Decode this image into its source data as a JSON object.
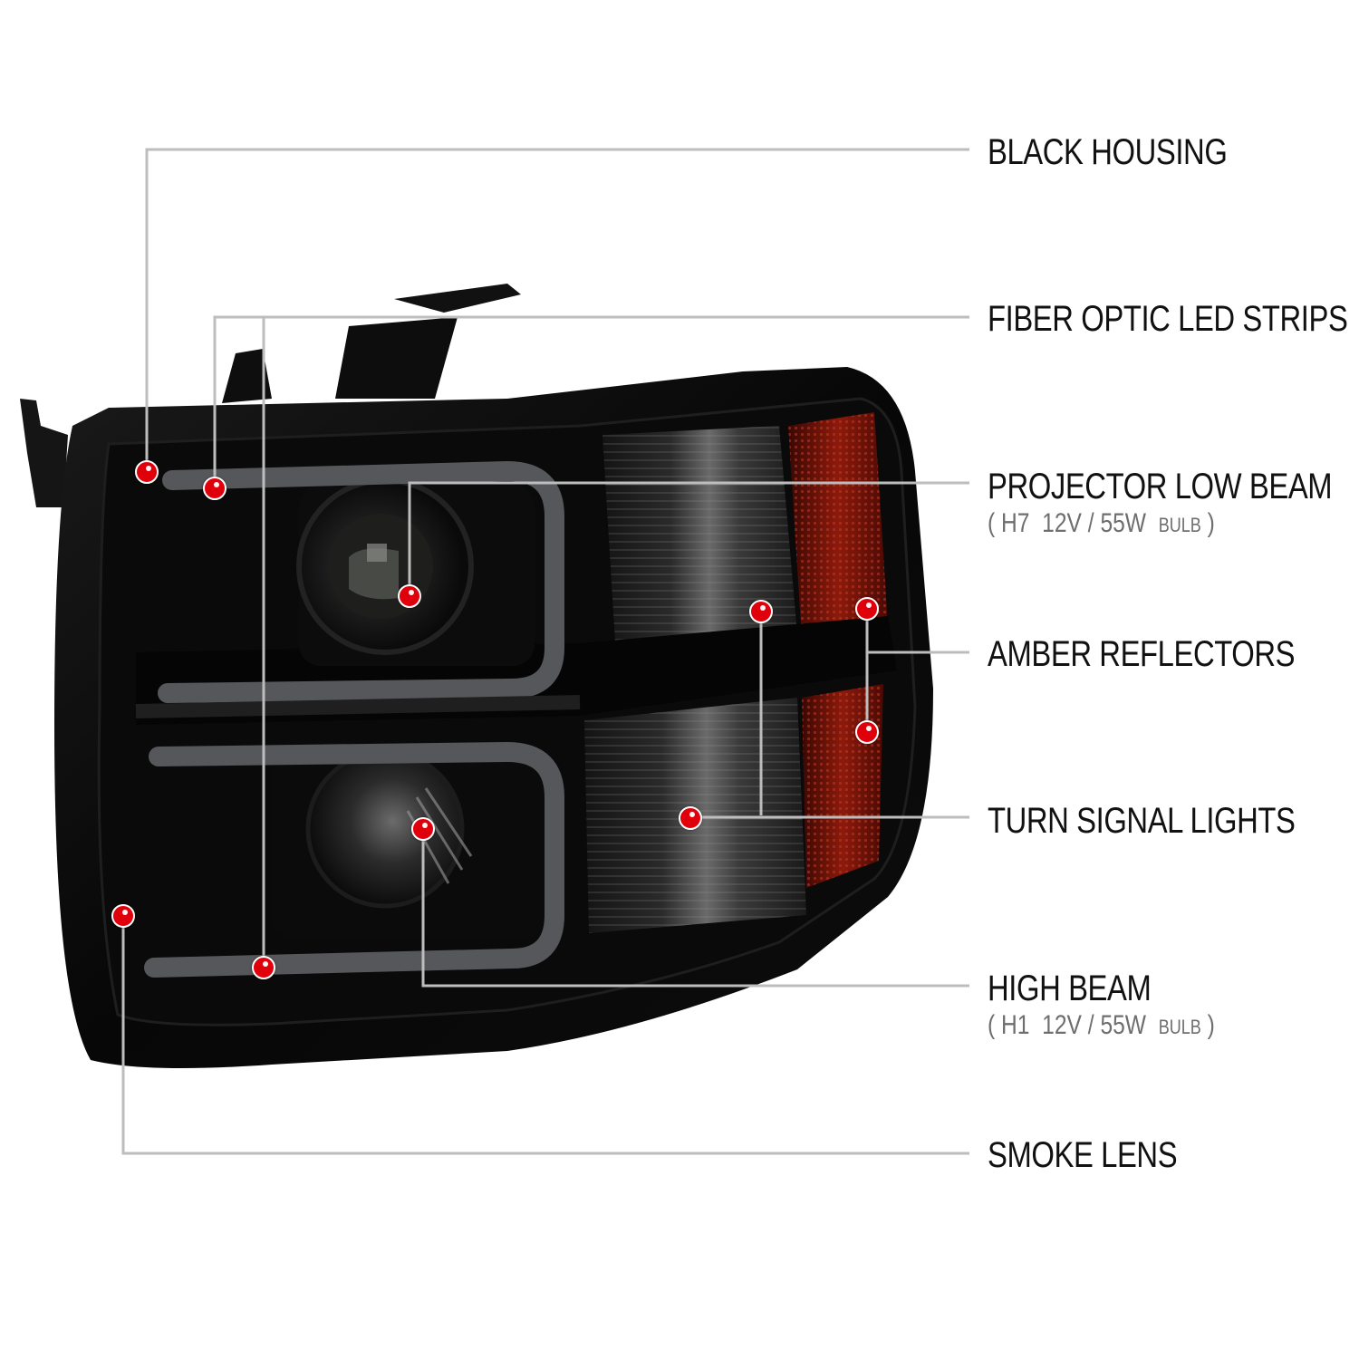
{
  "colors": {
    "leader_line": "#bdbdbd",
    "marker": "#e0000b",
    "label_text": "#111111",
    "sublabel_text": "#6e6e6e",
    "housing": "#0b0b0b",
    "led_strip": "#5a5c5b",
    "amber_reflector": "#7a1208"
  },
  "callouts": [
    {
      "id": "black-housing",
      "label": "BLACK HOUSING"
    },
    {
      "id": "fiber-optic-led-strips",
      "label": "FIBER OPTIC LED STRIPS"
    },
    {
      "id": "projector-low-beam",
      "label": "PROJECTOR LOW BEAM",
      "sub": {
        "open": "(",
        "bulb": "H7",
        "spec": "12V / 55W",
        "suffix": "BULB",
        "close": ")"
      }
    },
    {
      "id": "amber-reflectors",
      "label": "AMBER REFLECTORS"
    },
    {
      "id": "turn-signal-lights",
      "label": "TURN SIGNAL LIGHTS"
    },
    {
      "id": "high-beam",
      "label": "HIGH BEAM",
      "sub": {
        "open": "(",
        "bulb": "H1",
        "spec": "12V / 55W",
        "suffix": "BULB",
        "close": ")"
      }
    },
    {
      "id": "smoke-lens",
      "label": "SMOKE LENS"
    }
  ]
}
